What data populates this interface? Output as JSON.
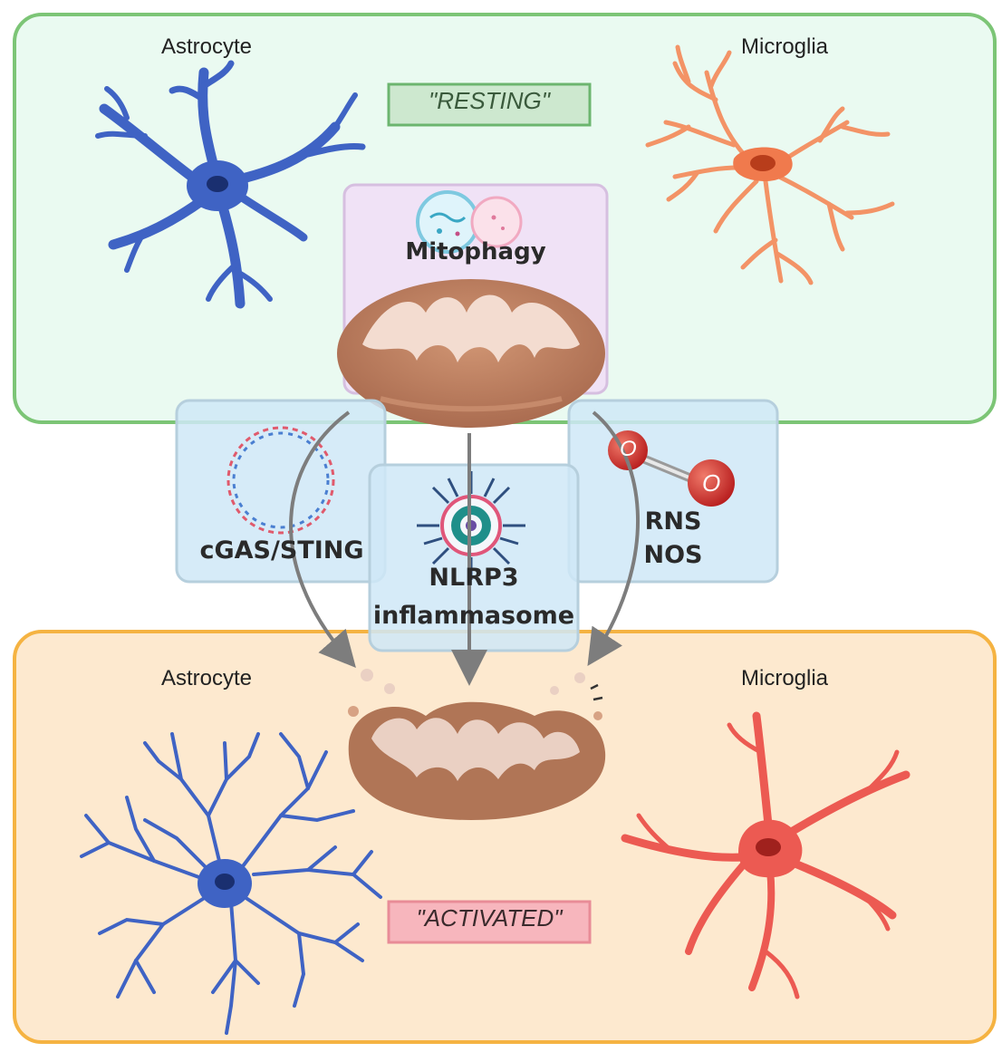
{
  "resting_panel": {
    "state_label": "\"RESTING\"",
    "astrocyte_label": "Astrocyte",
    "microglia_label": "Microglia",
    "mitophagy_label": "Mitophagy"
  },
  "pathways": {
    "cgas_label": "cGAS/STING",
    "nlrp3_line1": "NLRP3",
    "nlrp3_line2": "inflammasome",
    "rns_line1": "RNS",
    "rns_line2": "NOS",
    "oxygen_atom_1": "O",
    "oxygen_atom_2": "O"
  },
  "activated_panel": {
    "state_label": "\"ACTIVATED\"",
    "astrocyte_label": "Astrocyte",
    "microglia_label": "Microglia"
  },
  "colors": {
    "resting_border": "#7cc576",
    "resting_fill": "#eafaf1",
    "activated_border": "#f5b342",
    "activated_fill": "#fde9cf",
    "pathway_box": "#cfe8f7",
    "mitophagy_box": "#f1e3f6",
    "astrocyte": "#3f63c4",
    "microglia_resting": "#f39366",
    "microglia_activated": "#ec5a52",
    "mitochondrion": "#b87a58",
    "arrow": "#808080"
  }
}
